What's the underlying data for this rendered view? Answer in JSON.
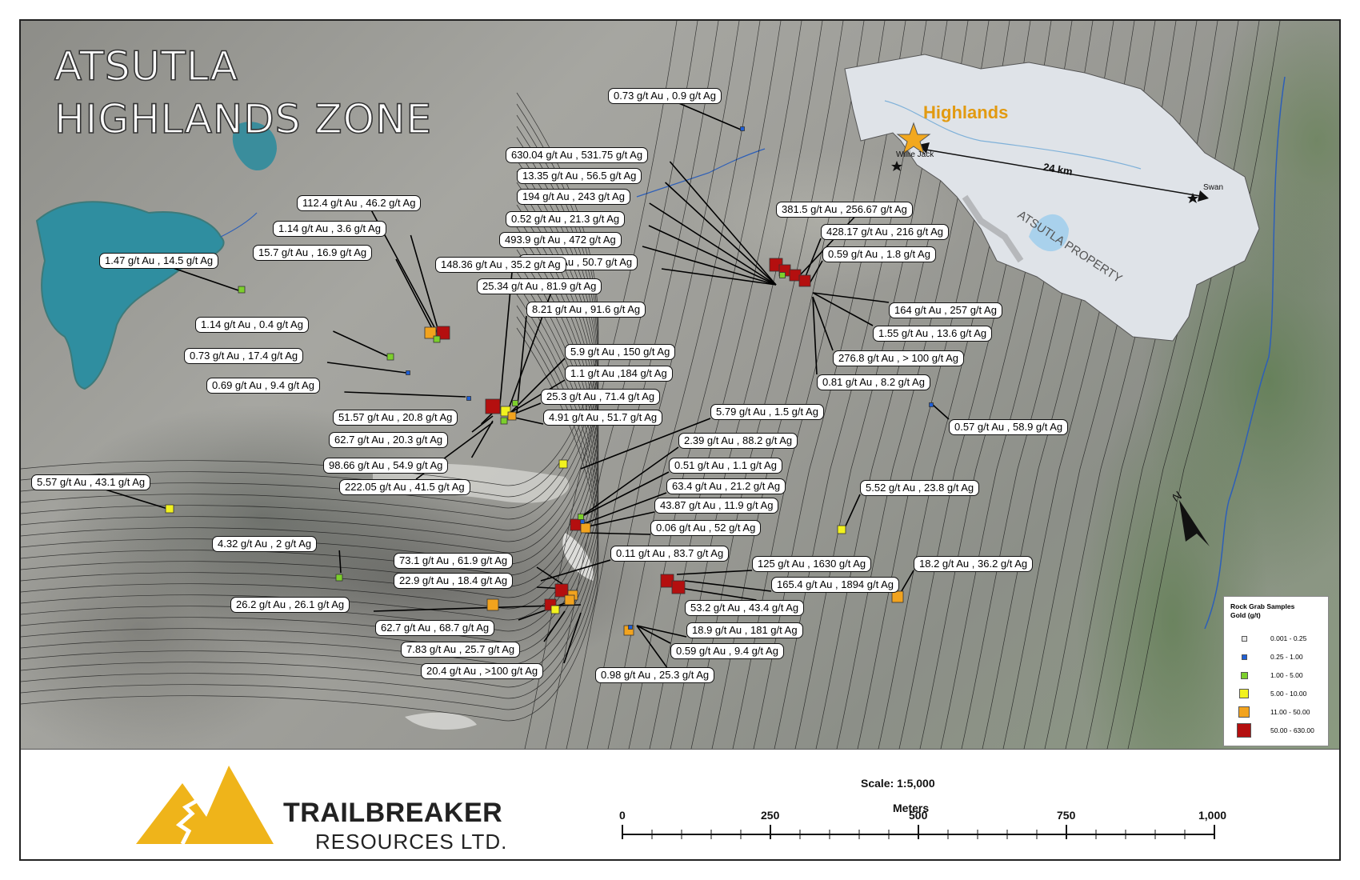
{
  "title": {
    "line1": "ATSUTLA",
    "line2": "HIGHLANDS ZONE"
  },
  "inset": {
    "label": "Highlands",
    "property": "ATSUTLA PROPERTY",
    "distance": "24 km",
    "places": [
      "Willie Jack",
      "Swan"
    ]
  },
  "samples": [
    "0.73 g/t Au , 0.9 g/t Ag",
    "630.04 g/t Au , 531.75 g/t Ag",
    "13.35 g/t Au , 56.5 g/t Ag",
    "194 g/t Au , 243 g/t Ag",
    "0.52 g/t Au , 21.3 g/t Ag",
    "493.9 g/t Au , 472 g/t Ag",
    "2.82 g/t Au , 50.7 g/t Ag",
    "381.5 g/t Au , 256.67 g/t Ag",
    "428.17 g/t Au , 216 g/t Ag",
    "0.59 g/t Au , 1.8 g/t Ag",
    "164 g/t Au , 257 g/t Ag",
    "1.55 g/t Au , 13.6 g/t Ag",
    "276.8 g/t Au , > 100 g/t Ag",
    "0.81 g/t Au , 8.2 g/t Ag",
    "0.57 g/t Au , 58.9 g/t Ag",
    "112.4 g/t Au , 46.2 g/t Ag",
    "1.14 g/t Au , 3.6 g/t Ag",
    "15.7 g/t Au , 16.9 g/t Ag",
    "1.47 g/t Au , 14.5 g/t Ag",
    "148.36 g/t Au , 35.2 g/t Ag",
    "25.34 g/t Au , 81.9 g/t Ag",
    "8.21 g/t Au , 91.6 g/t Ag",
    "1.14 g/t Au , 0.4 g/t Ag",
    "0.73 g/t Au , 17.4 g/t Ag",
    "5.9 g/t Au , 150 g/t Ag",
    "1.1 g/t Au ,184 g/t Ag",
    "0.69 g/t Au , 9.4 g/t Ag",
    "25.3 g/t Au , 71.4 g/t Ag",
    "51.57 g/t Au , 20.8 g/t Ag",
    "4.91 g/t Au , 51.7 g/t Ag",
    "5.79 g/t Au , 1.5 g/t Ag",
    "62.7 g/t Au , 20.3 g/t Ag",
    "2.39 g/t Au , 88.2 g/t Ag",
    "98.66 g/t Au , 54.9 g/t Ag",
    "0.51 g/t Au , 1.1 g/t Ag",
    "222.05 g/t Au , 41.5 g/t Ag",
    "63.4 g/t Au , 21.2 g/t Ag",
    "5.57 g/t Au , 43.1 g/t Ag",
    "5.52 g/t Au , 23.8 g/t Ag",
    "43.87 g/t Au , 11.9 g/t Ag",
    "0.06 g/t Au , 52 g/t Ag",
    "4.32 g/t Au , 2 g/t Ag",
    "0.11 g/t Au , 83.7 g/t Ag",
    "73.1 g/t Au , 61.9 g/t Ag",
    "125 g/t Au , 1630 g/t Ag",
    "18.2 g/t Au , 36.2 g/t Ag",
    "22.9 g/t Au , 18.4 g/t Ag",
    "165.4 g/t Au , 1894 g/t Ag",
    "26.2 g/t Au , 26.1 g/t Ag",
    "53.2 g/t Au , 43.4 g/t Ag",
    "62.7 g/t Au , 68.7 g/t Ag",
    "18.9 g/t Au , 181 g/t Ag",
    "7.83 g/t Au , 25.7 g/t Ag",
    "0.59 g/t Au , 9.4 g/t Ag",
    "20.4 g/t Au , >100 g/t Ag",
    "0.98 g/t Au , 25.3 g/t Ag"
  ],
  "legend": {
    "title": "Rock Grab Samples\nGold (g/t)",
    "classes": [
      {
        "range": "0.001 - 0.25",
        "color": "#e8e8e8"
      },
      {
        "range": "0.25 - 1.00",
        "color": "#1f5fd6"
      },
      {
        "range": "1.00 - 5.00",
        "color": "#7ccf2c"
      },
      {
        "range": "5.00 - 10.00",
        "color": "#f2f21e"
      },
      {
        "range": "11.00 - 50.00",
        "color": "#f2a31e"
      },
      {
        "range": "50.00 - 630.00",
        "color": "#b40f0f"
      }
    ]
  },
  "north": "N",
  "scale": {
    "text": "Scale: 1:5,000",
    "unit": "Meters",
    "ticks": [
      "0",
      "250",
      "500",
      "750",
      "1,000"
    ]
  },
  "logo": {
    "line1": "TRAILBREAKER",
    "line2": "RESOURCES LTD."
  }
}
